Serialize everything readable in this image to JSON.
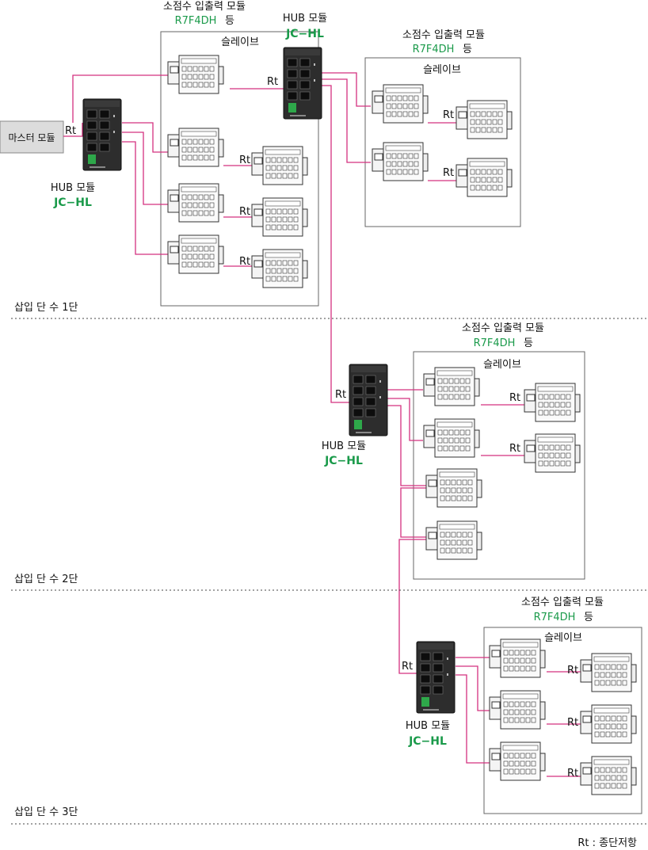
{
  "labels": {
    "master_module": "마스터 모듈",
    "io_module": "소점수 입출력 모듈",
    "model_r7f4dh": "R7F4DH",
    "etc": "등",
    "slave": "슬레이브",
    "hub_module": "HUB 모듈",
    "hub_model": "JC−HL",
    "rt": "Rt",
    "legend": "Rt : 종단저항"
  },
  "stages": [
    "삽입 단 수 1단",
    "삽입 단 수 2단",
    "삽입 단 수 3단"
  ],
  "colors": {
    "wire": "#d4317f",
    "model_text": "#1a9a4a",
    "hub_body": "#2d2d2d"
  }
}
